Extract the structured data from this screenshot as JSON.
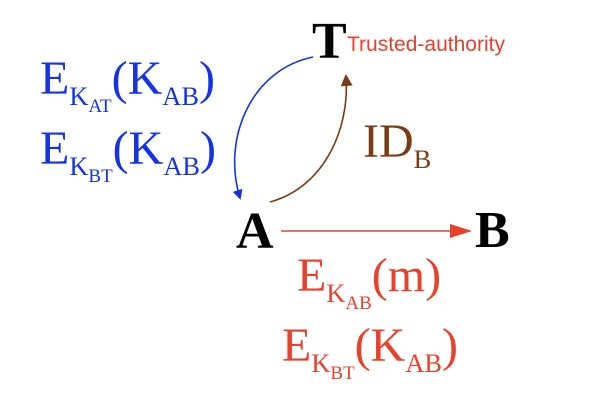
{
  "colors": {
    "blue": "#1533e6",
    "brown": "#7a3c16",
    "red": "#e8412c",
    "black": "#000000"
  },
  "nodes": {
    "t": "T",
    "t_tag": "Trusted-authority",
    "a": "A",
    "b": "B"
  },
  "labels": {
    "blue1": {
      "e": "E",
      "k": "K",
      "ksub": "AT",
      "open": "(",
      "kab": "K",
      "kabsub": "AB",
      "close": ")"
    },
    "blue2": {
      "e": "E",
      "k": "K",
      "ksub": "BT",
      "open": "(",
      "kab": "K",
      "kabsub": "AB",
      "close": ")"
    },
    "brown": {
      "id": "ID",
      "sub": "B"
    },
    "red1": {
      "e": "E",
      "k": "K",
      "ksub": "AB",
      "msg": "(m)"
    },
    "red2": {
      "e": "E",
      "k": "K",
      "ksub": "BT",
      "open": "(",
      "kab": "K",
      "kabsub": "AB",
      "close": ")"
    }
  }
}
